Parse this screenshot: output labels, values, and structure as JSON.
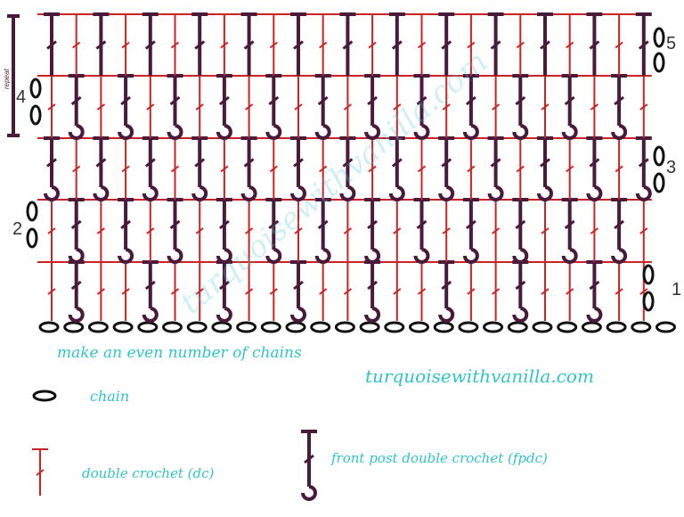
{
  "colors": {
    "dc": "#cc2222",
    "fpdc": "#4a1a3c",
    "chain": "#111111",
    "text": "#2ec4c9"
  },
  "labels": {
    "instruction": "make an even number of chains",
    "website": "turquoisewithvanilla.com",
    "watermark": "turquoisewithvanilla.com",
    "repeat": "repeat"
  },
  "legend": {
    "chain": "chain",
    "dc": "double crochet (dc)",
    "fpdc": "front post double crochet (fpdc)"
  },
  "row_numbers": {
    "r1": "1",
    "r2": "2",
    "r3": "3",
    "r4": "4",
    "r5": "5"
  }
}
